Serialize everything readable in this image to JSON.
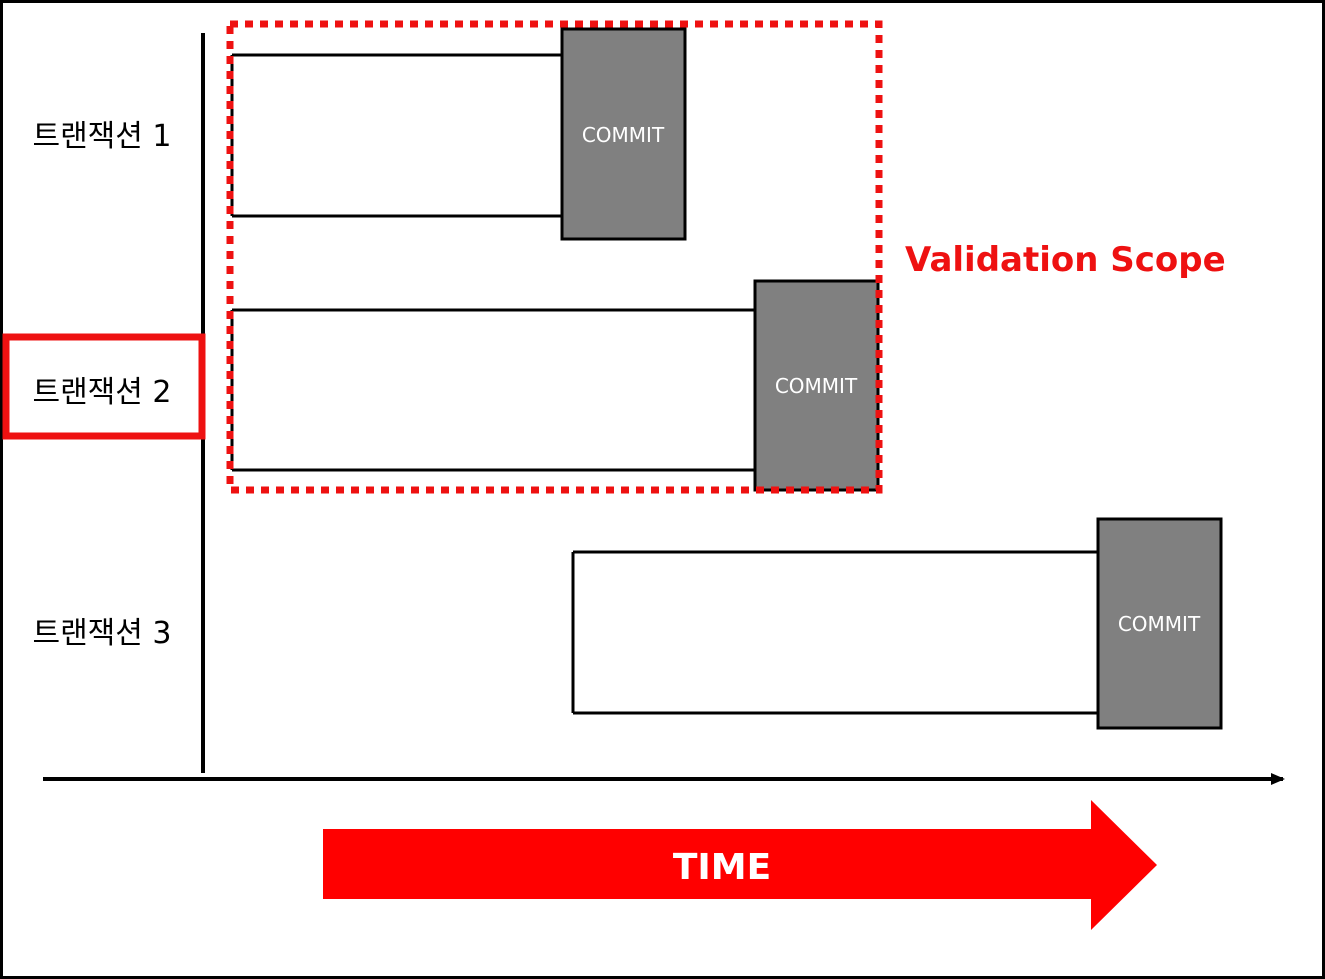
{
  "transactions": [
    {
      "label": "트랜잭션 1",
      "commit_label": "COMMIT"
    },
    {
      "label": "트랜잭션 2",
      "commit_label": "COMMIT"
    },
    {
      "label": "트랜잭션 3",
      "commit_label": "COMMIT"
    }
  ],
  "highlighted_transaction_index": 1,
  "scope": {
    "label": "Validation Scope"
  },
  "time_arrow": {
    "label": "TIME"
  },
  "colors": {
    "commit_fill": "#808080",
    "accent_red": "#ee1111",
    "arrow_red": "#ff0000",
    "line": "#000000"
  }
}
